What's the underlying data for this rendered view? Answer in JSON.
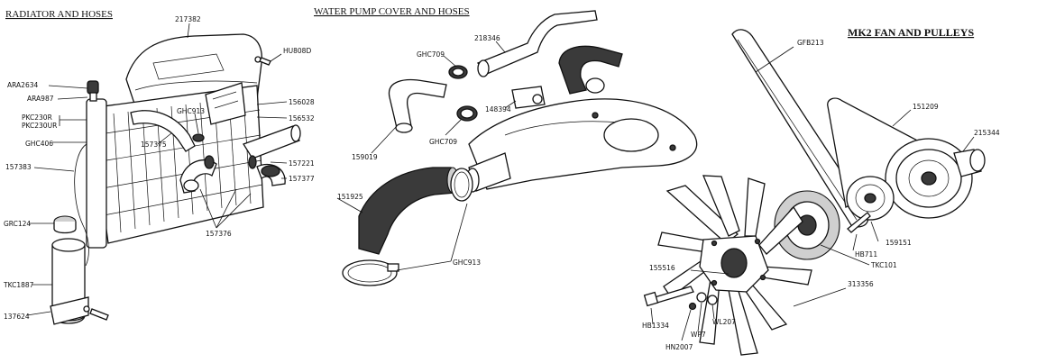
{
  "sections": {
    "radiator": "RADIATOR AND HOSES",
    "water_pump": "WATER PUMP COVER AND HOSES",
    "fan": "MK2 FAN AND PULLEYS"
  },
  "parts": {
    "p217382": "217382",
    "hu808d": "HU808D",
    "ara2634": "ARA2634",
    "ara987": "ARA987",
    "pkc230r": "PKC230R",
    "pkc230ur": "PKC230UR",
    "ghc406": "GHC406",
    "p157383": "157383",
    "ghc913a": "GHC913",
    "p157375": "157375",
    "p156028": "156028",
    "p156532": "156532",
    "p157221": "157221",
    "p157377": "157377",
    "p157376": "157376",
    "grc124": "GRC124",
    "tkc1887": "TKC1887",
    "p137624": "137624",
    "p218346": "218346",
    "ghc709a": "GHC709",
    "p148394": "148394",
    "ghc709b": "GHC709",
    "p159019": "159019",
    "p151925": "151925",
    "ghc913b": "GHC913",
    "gfb213": "GFB213",
    "p151209": "151209",
    "p215344": "215344",
    "p159151": "159151",
    "hb711": "HB711",
    "tkc101": "TKC101",
    "p155516": "155516",
    "p313356": "313356",
    "hb1334": "HB1334",
    "wl207": "WL207",
    "wp7": "WP7",
    "hn2007": "HN2007"
  }
}
